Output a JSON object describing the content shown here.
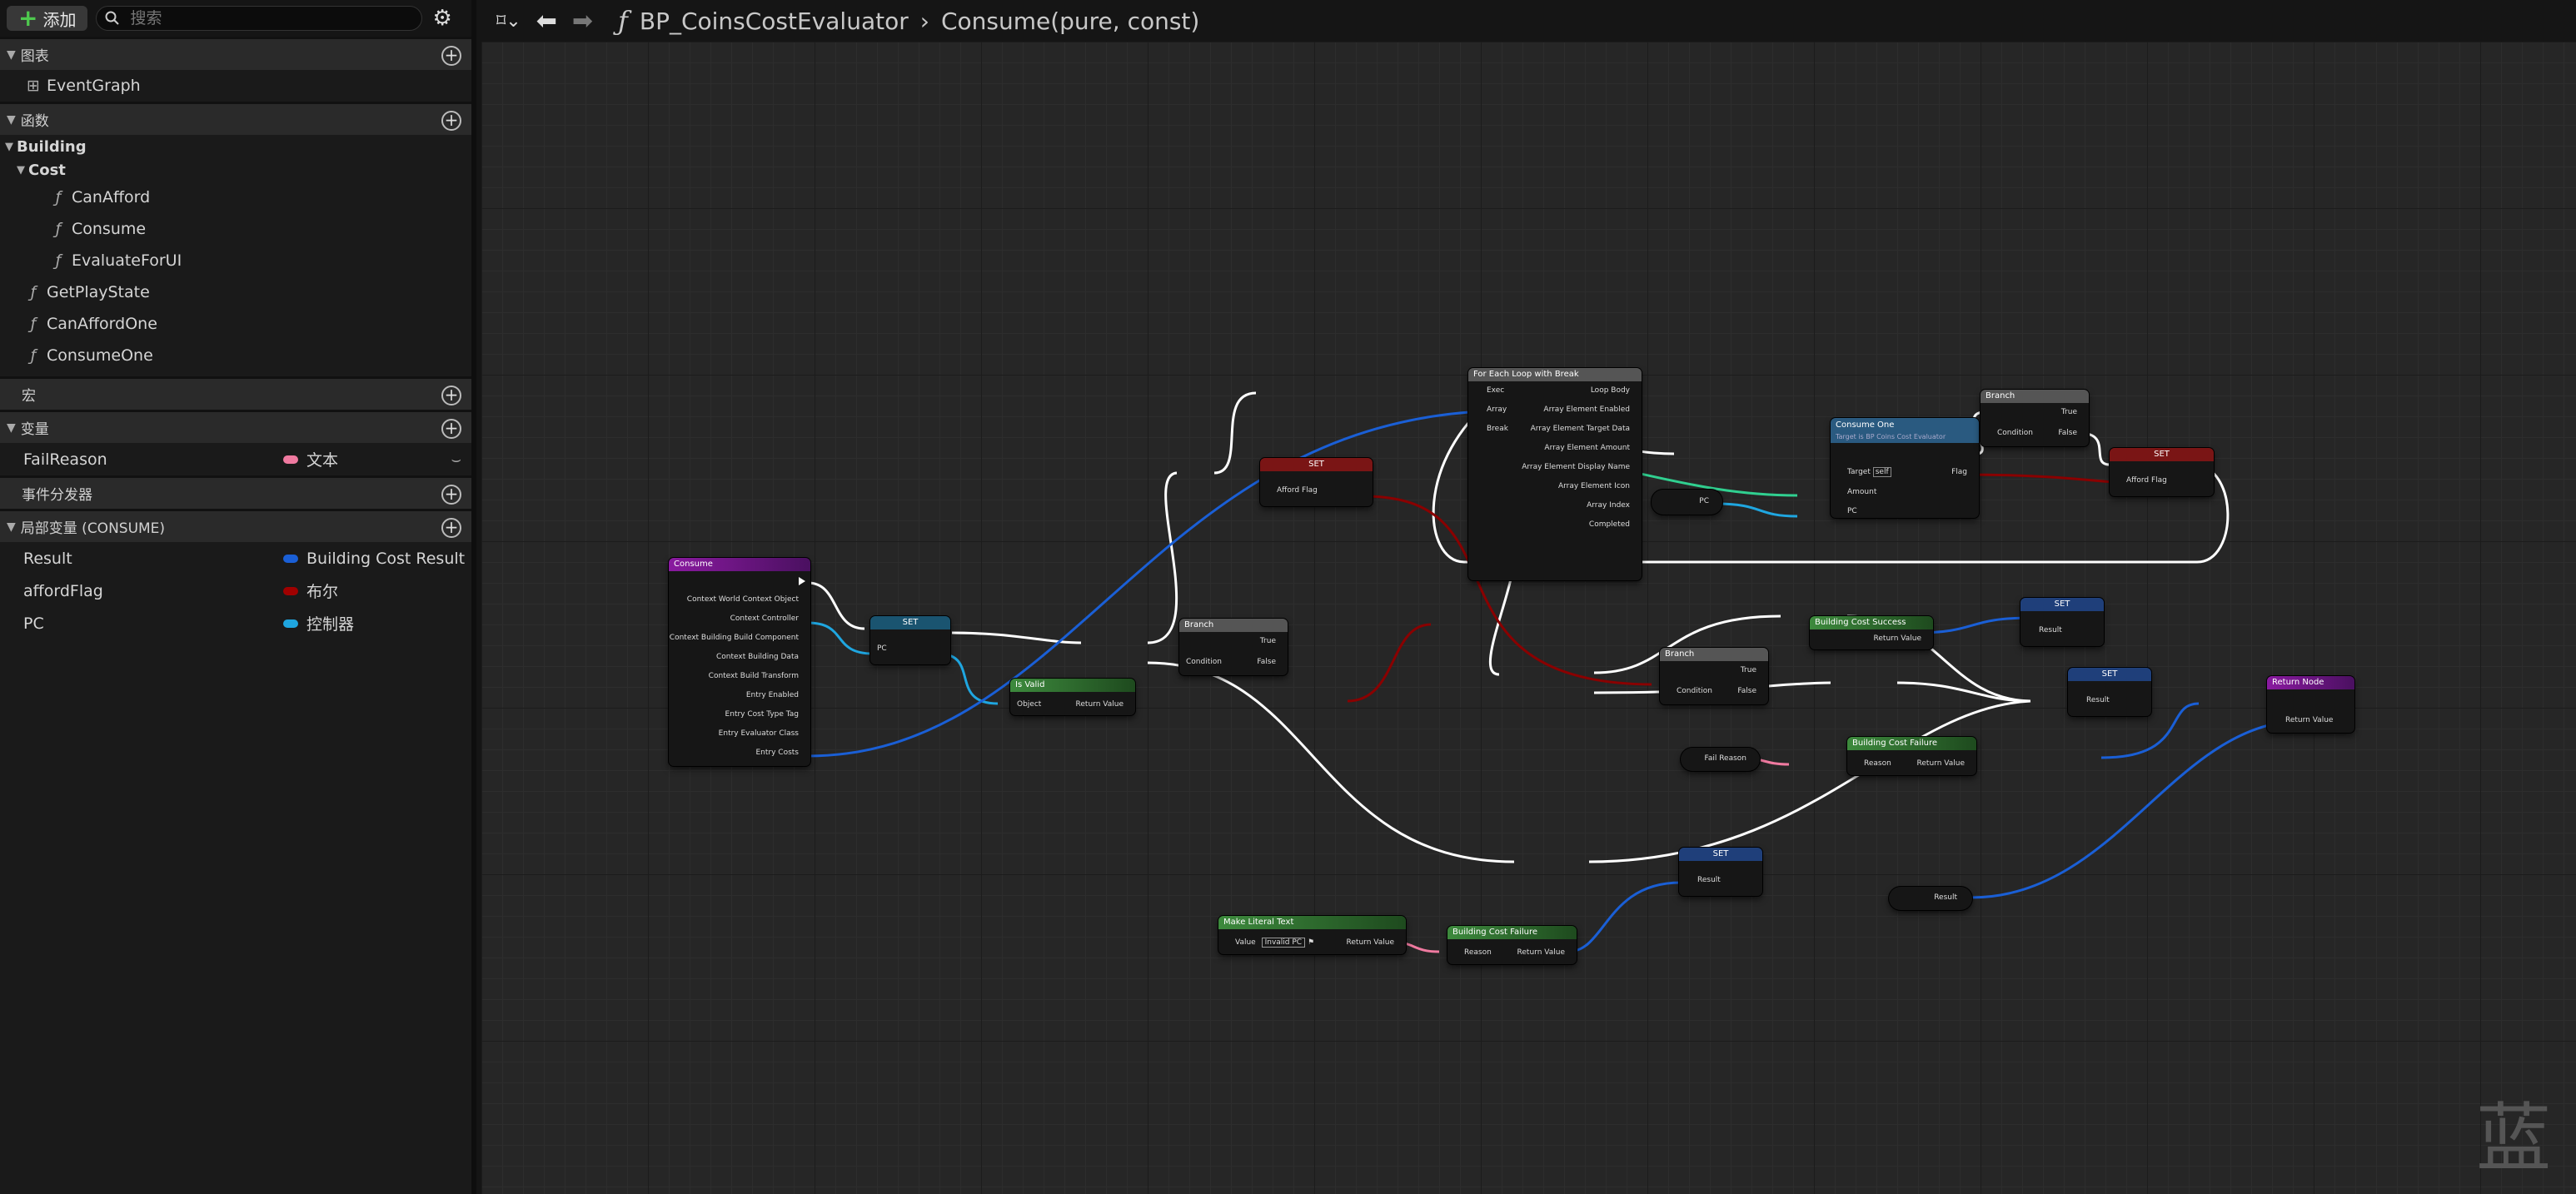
{
  "toolbar": {
    "add_label": "添加",
    "search_placeholder": "搜索"
  },
  "sections": {
    "graphs": "图表",
    "functions": "函数",
    "macros": "宏",
    "variables": "变量",
    "dispatchers": "事件分发器",
    "locals": "局部变量 (CONSUME)"
  },
  "graphs": {
    "event_graph": "EventGraph"
  },
  "functions": {
    "category": "Building",
    "subcategory": "Cost",
    "overrides": [
      "CanAfford",
      "Consume",
      "EvaluateForUI"
    ],
    "items": [
      "GetPlayState",
      "CanAffordOne",
      "ConsumeOne"
    ]
  },
  "variables": [
    {
      "name": "FailReason",
      "type": "文本",
      "color": "#f07aa0"
    }
  ],
  "locals": [
    {
      "name": "Result",
      "type": "Building Cost Result",
      "color": "#1a5fd6"
    },
    {
      "name": "affordFlag",
      "type": "布尔",
      "color": "#a00000"
    },
    {
      "name": "PC",
      "type": "控制器",
      "color": "#1fa6e0"
    }
  ],
  "breadcrumb": {
    "class": "BP_CoinsCostEvaluator",
    "function": "Consume(pure, const)"
  },
  "watermark": "蓝",
  "nodes": {
    "consume": {
      "title": "Consume",
      "pins": [
        "Context World Context Object",
        "Context Controller",
        "Context Building Build Component",
        "Context Building Data",
        "Context Build Transform",
        "Entry Enabled",
        "Entry Cost Type Tag",
        "Entry Evaluator Class",
        "Entry Costs"
      ]
    },
    "set_pc": {
      "title": "SET",
      "pin": "PC"
    },
    "is_valid": {
      "title": "Is Valid",
      "in": "Object",
      "out": "Return Value"
    },
    "branch1": {
      "title": "Branch",
      "cond": "Condition",
      "t": "True",
      "f": "False"
    },
    "set_afford": {
      "title": "SET",
      "pin": "Afford Flag"
    },
    "foreach": {
      "title": "For Each Loop with Break",
      "in": [
        "Exec",
        "Array",
        "Break"
      ],
      "out": [
        "Loop Body",
        "Array Element Enabled",
        "Array Element Target Data",
        "Array Element Amount",
        "Array Element Display Name",
        "Array Element Icon",
        "Array Index",
        "Completed"
      ]
    },
    "pc_get": {
      "label": "PC"
    },
    "consume_one": {
      "title": "Consume One",
      "subtitle": "Target is BP Coins Cost Evaluator",
      "target": "Target",
      "self": "self",
      "amount": "Amount",
      "pc": "PC",
      "flag": "Flag"
    },
    "branch2": {
      "title": "Branch",
      "cond": "Condition",
      "t": "True",
      "f": "False"
    },
    "set_afford2": {
      "title": "SET",
      "pin": "Afford Flag"
    },
    "branch3": {
      "title": "Branch",
      "cond": "Condition",
      "t": "True",
      "f": "False"
    },
    "cost_success": {
      "title": "Building Cost Success",
      "out": "Return Value"
    },
    "set_result1": {
      "title": "SET",
      "pin": "Result"
    },
    "set_result2": {
      "title": "SET",
      "pin": "Result"
    },
    "fail_reason": {
      "label": "Fail Reason"
    },
    "cost_failure1": {
      "title": "Building Cost Failure",
      "in": "Reason",
      "out": "Return Value"
    },
    "return_node": {
      "title": "Return Node",
      "pin": "Return Value"
    },
    "set_result3": {
      "title": "SET",
      "pin": "Result"
    },
    "result_get": {
      "label": "Result"
    },
    "make_text": {
      "title": "Make Literal Text",
      "in": "Value",
      "value": "Invalid PC",
      "out": "Return Value"
    },
    "cost_failure2": {
      "title": "Building Cost Failure",
      "in": "Reason",
      "out": "Return Value"
    }
  }
}
